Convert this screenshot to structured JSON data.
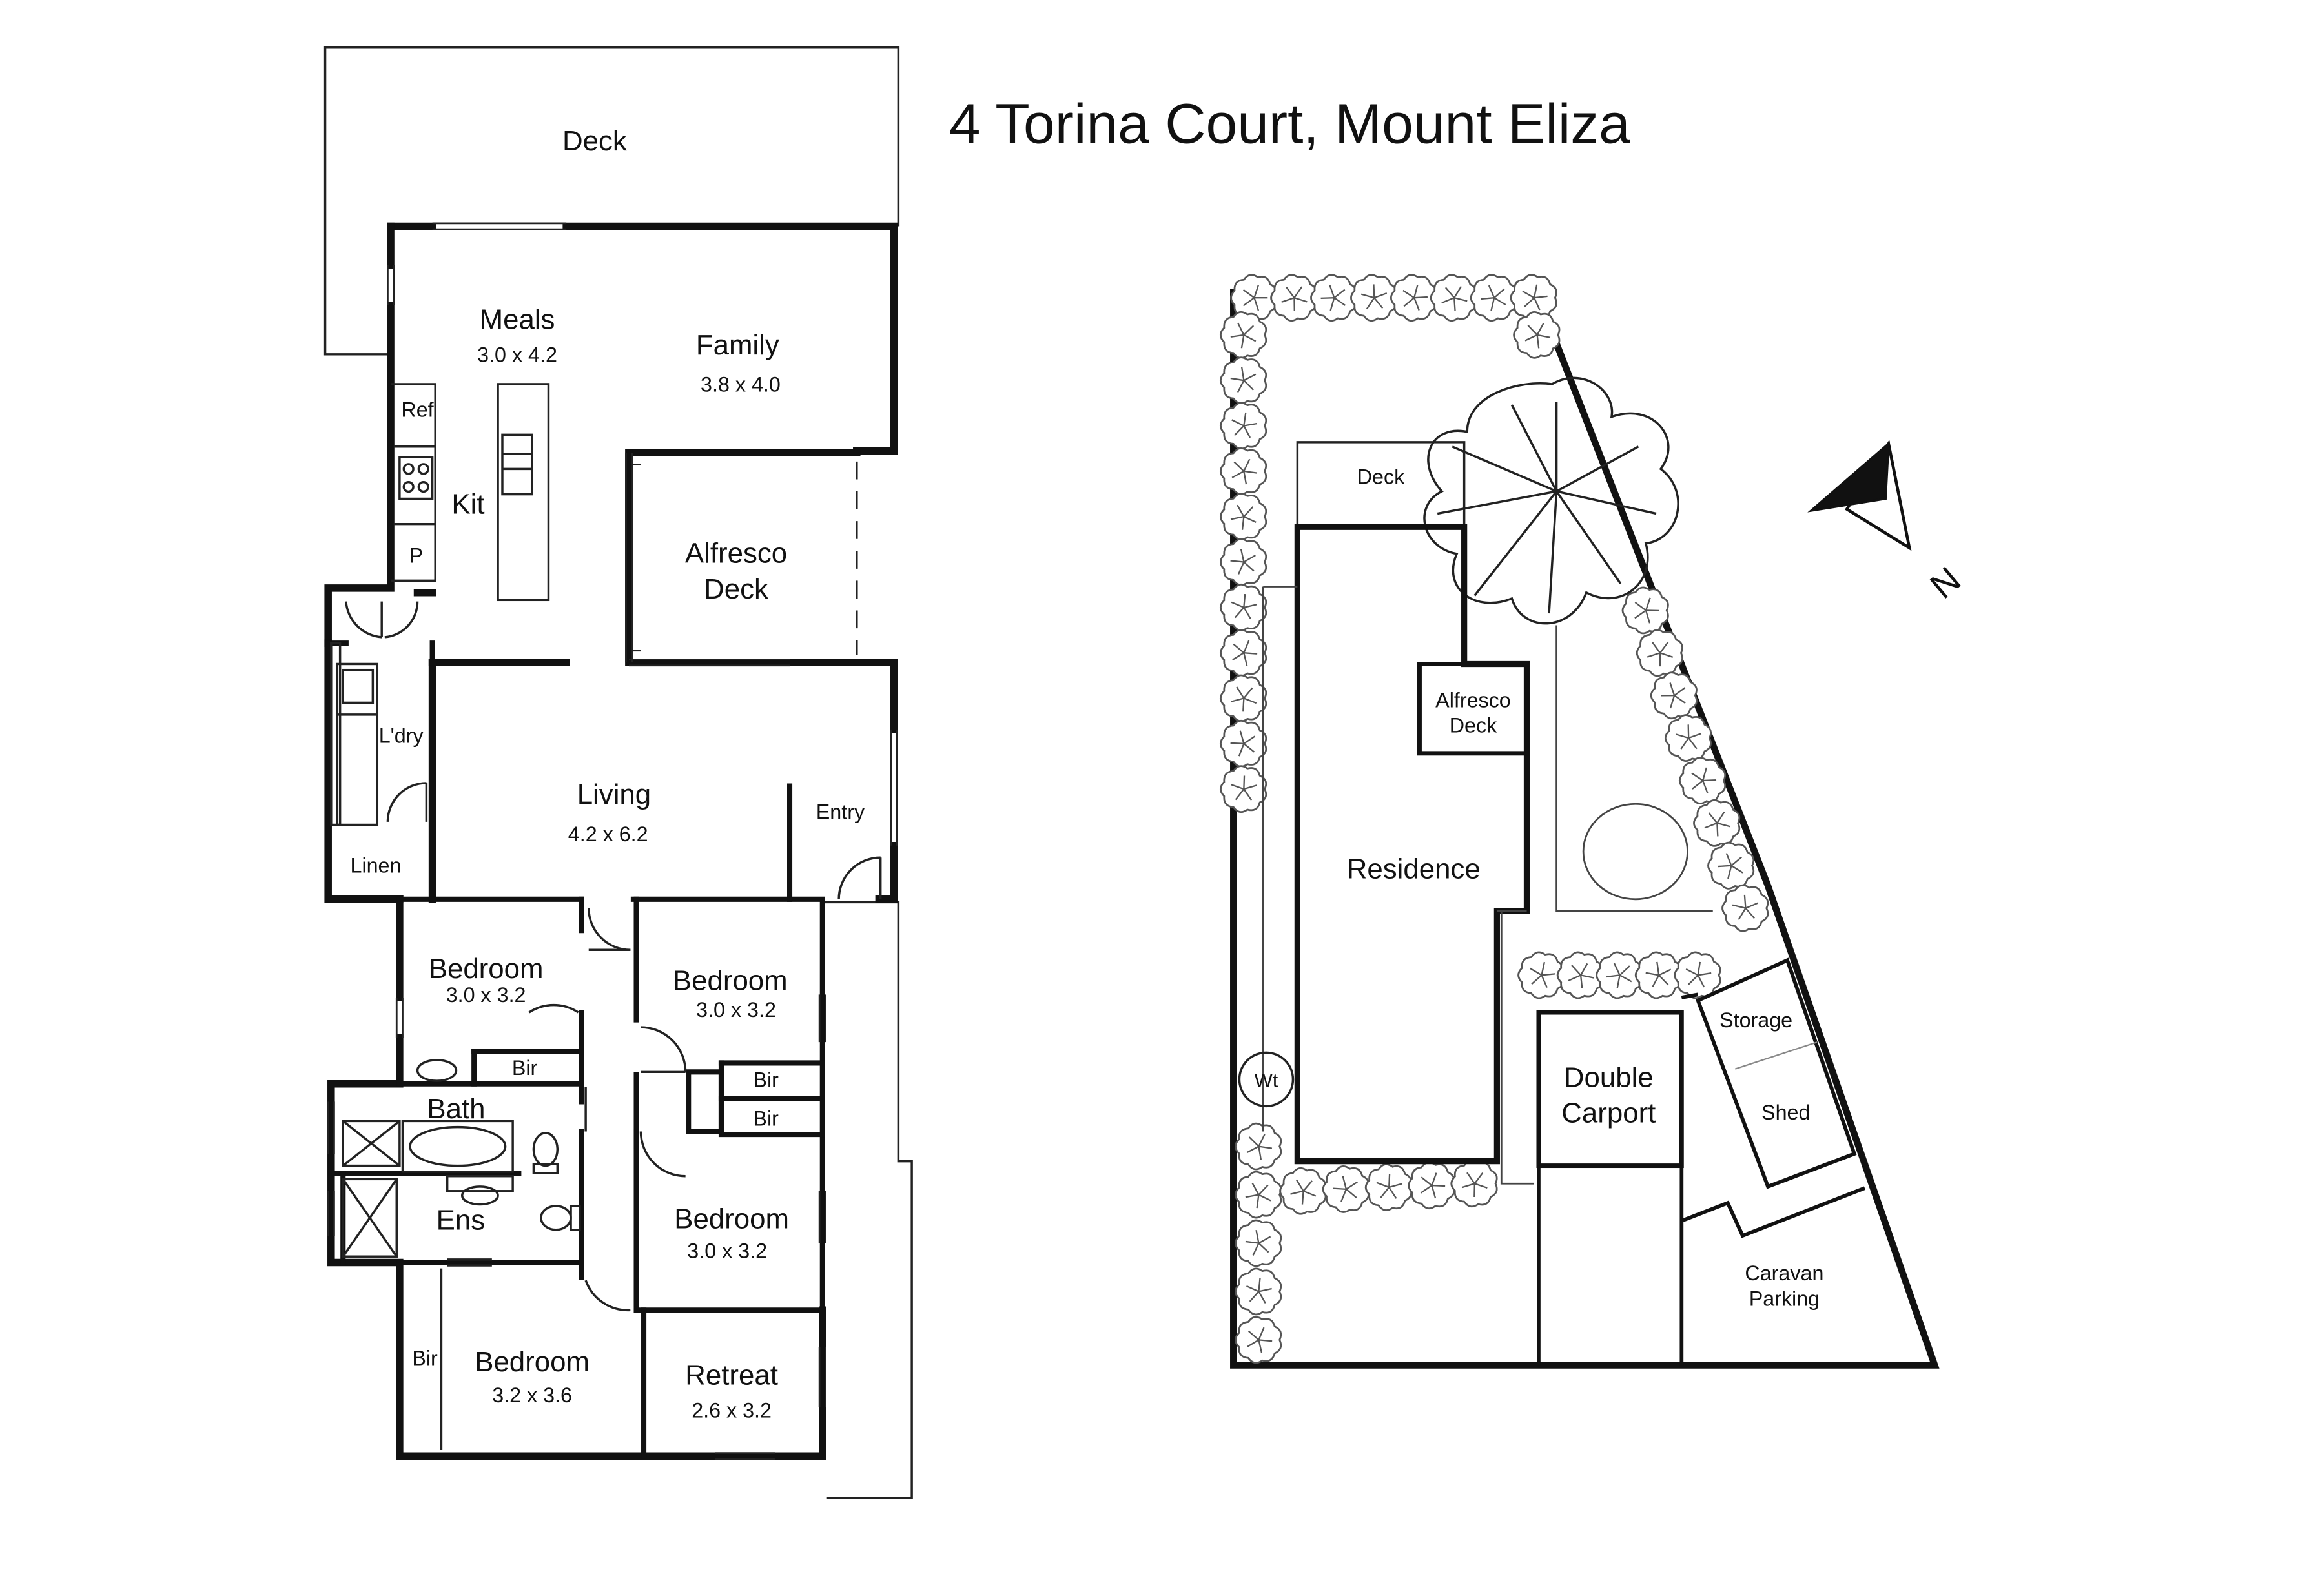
{
  "title": "4 Torina Court, Mount Eliza",
  "colors": {
    "wall": "#111111",
    "line": "#222222",
    "background": "#ffffff",
    "tree": "#555555"
  },
  "floor_plan": {
    "rooms": {
      "deck": {
        "name": "Deck"
      },
      "meals": {
        "name": "Meals",
        "dims": "3.0 x 4.2"
      },
      "family": {
        "name": "Family",
        "dims": "3.8 x 4.0"
      },
      "ref": {
        "name": "Ref"
      },
      "kit": {
        "name": "Kit"
      },
      "pantry": {
        "name": "P"
      },
      "alfresco": {
        "line1": "Alfresco",
        "line2": "Deck"
      },
      "laundry": {
        "name": "L'dry"
      },
      "linen": {
        "name": "Linen"
      },
      "living": {
        "name": "Living",
        "dims": "4.2 x 6.2"
      },
      "entry": {
        "name": "Entry"
      },
      "bedroom_2": {
        "name": "Bedroom",
        "dims": "3.0 x 3.2"
      },
      "bedroom_3": {
        "name": "Bedroom",
        "dims": "3.0 x 3.2"
      },
      "bir_1": {
        "name": "Bir"
      },
      "bir_2": {
        "name": "Bir"
      },
      "bir_3": {
        "name": "Bir"
      },
      "bir_4": {
        "name": "Bir"
      },
      "bath": {
        "name": "Bath"
      },
      "ens": {
        "name": "Ens"
      },
      "bedroom_4": {
        "name": "Bedroom",
        "dims": "3.0 x 3.2"
      },
      "master": {
        "name": "Bedroom",
        "dims": "3.2 x 3.6"
      },
      "retreat": {
        "name": "Retreat",
        "dims": "2.6 x 3.2"
      }
    }
  },
  "site_plan": {
    "deck": "Deck",
    "alfresco": {
      "line1": "Alfresco",
      "line2": "Deck"
    },
    "residence": "Residence",
    "water_tank": "Wt",
    "carport": {
      "line1": "Double",
      "line2": "Carport"
    },
    "storage": "Storage",
    "shed": "Shed",
    "caravan": {
      "line1": "Caravan",
      "line2": "Parking"
    },
    "north_label": "N"
  }
}
